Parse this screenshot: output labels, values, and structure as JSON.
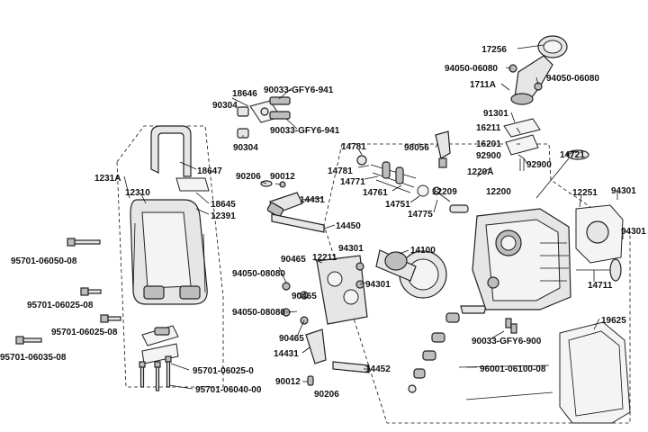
{
  "labels": {
    "p17256": "17256",
    "p94050_06080_a": "94050-06080",
    "p94050_06080_b": "94050-06080",
    "p1711A": "1711A",
    "p91301": "91301",
    "p16211": "16211",
    "p16201": "16201",
    "p92900_a": "92900",
    "p92900_b": "92900",
    "p98056": "98056",
    "p14721": "14721",
    "p1220A": "1220A",
    "p12200": "12200",
    "p12251": "12251",
    "p94301_a": "94301",
    "p94301_b": "94301",
    "p94301_c": "94301",
    "p94301_d": "94301",
    "p14781_a": "14781",
    "p14781_b": "14781",
    "p14771": "14771",
    "p14761": "14761",
    "p14751": "14751",
    "p14775": "14775",
    "p12209": "12209",
    "p18646": "18646",
    "p90304_a": "90304",
    "p90304_b": "90304",
    "p90033_941_a": "90033-GFY6-941",
    "p90033_941_b": "90033-GFY6-941",
    "p18647": "18647",
    "p18645": "18645",
    "p12391": "12391",
    "p1231A": "1231A",
    "p12310": "12310",
    "p90206_a": "90206",
    "p90206_b": "90206",
    "p90012_a": "90012",
    "p90012_b": "90012",
    "p14431_a": "14431",
    "p14431_b": "14431",
    "p14450": "14450",
    "p14452": "14452",
    "p14100": "14100",
    "p12211": "12211",
    "p90465_a": "90465",
    "p90465_b": "90465",
    "p90465_c": "90465",
    "p94050_08080_a": "94050-08080",
    "p94050_08080_b": "94050-08080",
    "p14711": "14711",
    "p19625": "19625",
    "p90033_900": "90033-GFY6-900",
    "p96001": "96001-06100-08",
    "p95701_06050": "95701-06050-08",
    "p95701_06025_a": "95701-06025-08",
    "p95701_06025_b": "95701-06025-08",
    "p95701_06035": "95701-06035-08",
    "p95701_06025_0": "95701-06025-0",
    "p95701_06040": "95701-06040-00"
  }
}
